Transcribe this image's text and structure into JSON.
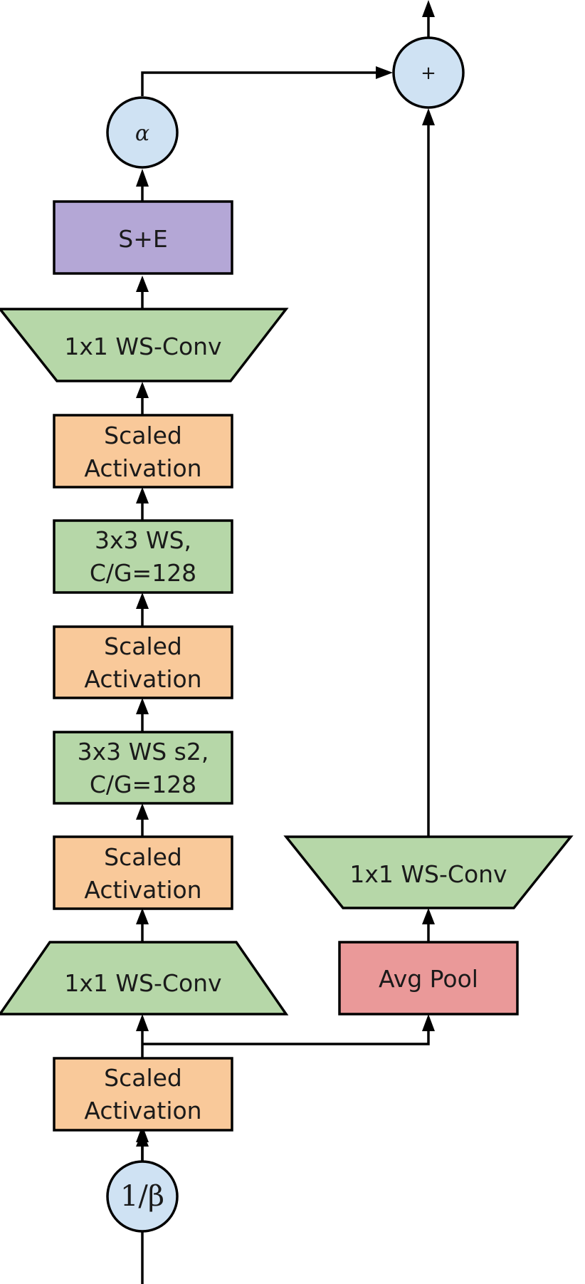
{
  "colors": {
    "orange": "#f9c99a",
    "green": "#b6d7a8",
    "purple": "#b4a7d6",
    "red": "#ea9999",
    "blue": "#cfe2f3"
  },
  "nodes": {
    "beta": "1/β",
    "act1": [
      "Scaled",
      "Activation"
    ],
    "conv_in": "1x1 WS-Conv",
    "act2": [
      "Scaled",
      "Activation"
    ],
    "conv_s2": [
      "3x3 WS s2,",
      "C/G=128"
    ],
    "act3": [
      "Scaled",
      "Activation"
    ],
    "conv_3x3": [
      "3x3 WS,",
      "C/G=128"
    ],
    "act4": [
      "Scaled",
      "Activation"
    ],
    "conv_out": "1x1 WS-Conv",
    "se": "S+E",
    "alpha": "α",
    "avgpool": "Avg Pool",
    "conv_skip": "1x1 WS-Conv",
    "add": "+"
  }
}
